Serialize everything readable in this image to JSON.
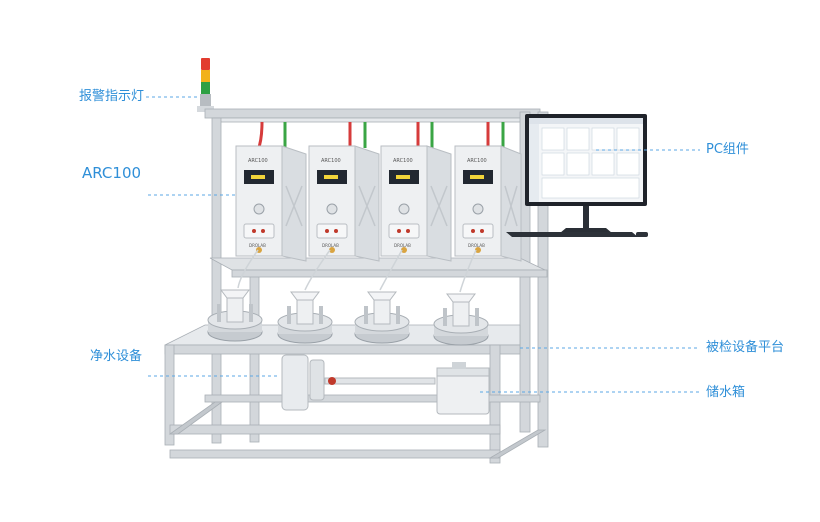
{
  "labels": {
    "alarm_light": "报警指示灯",
    "arc100": "ARC100",
    "water_purifier": "净水设备",
    "pc_module": "PC组件",
    "test_platform": "被检设备平台",
    "water_tank": "储水箱"
  },
  "device": {
    "brand": "ARC100",
    "maker": "DROLAB"
  },
  "colors": {
    "label": "#2f8fd8",
    "frame": "#c9cdd2",
    "frame_dark": "#9aa1a8",
    "device_body": "#e9ecef",
    "screen": "#222831",
    "tube_red": "#d63b3b",
    "tube_green": "#3aa544",
    "light_red": "#e23c2f",
    "light_yellow": "#f2b21b",
    "light_green": "#2ea043"
  }
}
